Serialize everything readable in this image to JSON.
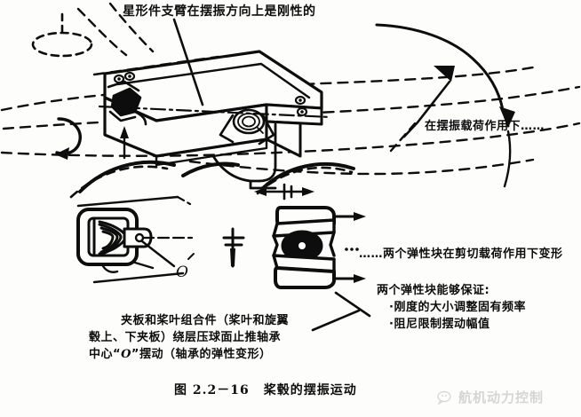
{
  "figure": {
    "caption_number": "图 2.2－16",
    "caption_title": "桨毂的摆振运动",
    "background_color": "#fdfdfb",
    "ink_color": "#0d0d0d"
  },
  "annotations": {
    "top_label": "星形件支臂在摆振方向上是刚性的",
    "lag_load": "在摆振载荷作用下……",
    "shear_deform": "……两个弹性块在剪切载荷作用下变形",
    "guarantee": {
      "heading": "两个弹性块能够保证:",
      "items": [
        "·刚度的大小调整固有频率",
        "·阻尼限制摆动幅值"
      ]
    },
    "bearing_note": {
      "line1": "夹板和桨叶组合件（桨叶和旋翼",
      "line2": "毂上、下夹板）绕层压球面止推轴承",
      "line3_pre": "中心",
      "line3_quote_open": "“",
      "line3_center": "O",
      "line3_quote_close": "”",
      "line3_post": "摆动（轴承的弹性变形）"
    }
  },
  "detail_views": {
    "bearing_center_mark": "O",
    "equivalence_symbol": "section-break"
  },
  "watermark": {
    "text": "航机动力控制",
    "icon": "chat-bubble-icon"
  }
}
